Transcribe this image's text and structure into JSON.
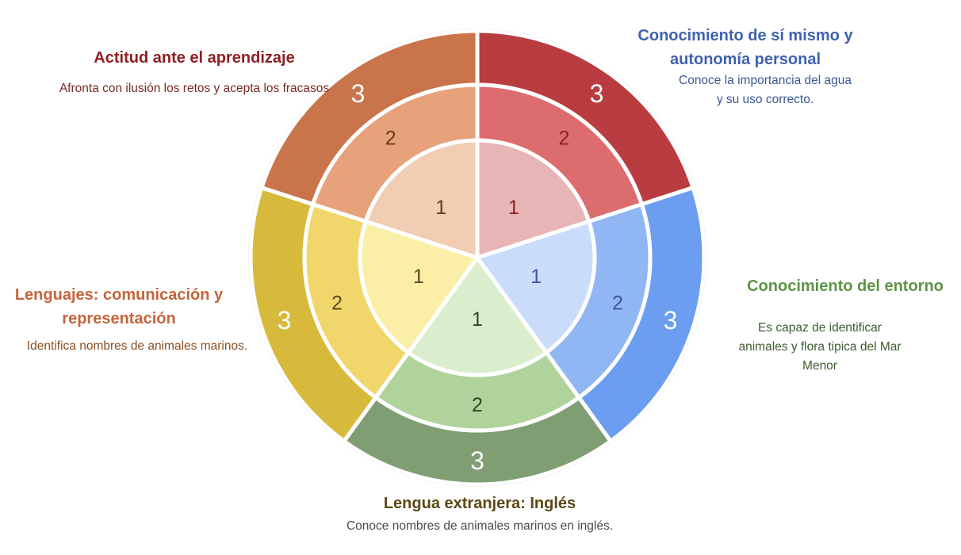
{
  "sectors": [
    {
      "id": "actitud",
      "title": "Actitud ante el aprendizaje",
      "description": "Afronta con ilusión los retos y acepta los fracasos",
      "colors": [
        "#e8b5b7",
        "#dd6c6e",
        "#b93c40"
      ],
      "text_color": "#8f1f22",
      "level_labels": [
        "1",
        "2",
        "3"
      ]
    },
    {
      "id": "conocimiento-si-mismo",
      "title": "Conocimiento de sí mismo y autonomía personal",
      "description": "Conoce la importancia del agua y su uso correcto.",
      "colors": [
        "#c9dcfa",
        "#90b7f4",
        "#6b9ef0"
      ],
      "text_color": "#3a5a9e",
      "level_labels": [
        "1",
        "2",
        "3"
      ]
    },
    {
      "id": "entorno",
      "title": "Conocimiento del entorno",
      "description": "Es capaz de identificar animales y flora tipica del Mar Menor",
      "colors": [
        "#daeecd",
        "#b0d39c",
        "#809e74"
      ],
      "text_color": "#2f4a2a",
      "level_labels": [
        "1",
        "2",
        "3"
      ]
    },
    {
      "id": "ingles",
      "title": "Lengua extranjera: Inglés",
      "description": "Conoce nombres de animales marinos en inglés.",
      "colors": [
        "#fbefa7",
        "#f1d76b",
        "#d7ba3c"
      ],
      "text_color": "#5a4a20",
      "level_labels": [
        "1",
        "2",
        "3"
      ]
    },
    {
      "id": "lenguajes",
      "title": "Lenguajes: comunicación y representación",
      "description": "Identifica nombres de animales marinos.",
      "colors": [
        "#f1cdb4",
        "#e7a27c",
        "#c9744b"
      ],
      "text_color": "#6a3a1a",
      "level_labels": [
        "1",
        "2",
        "3"
      ]
    }
  ]
}
